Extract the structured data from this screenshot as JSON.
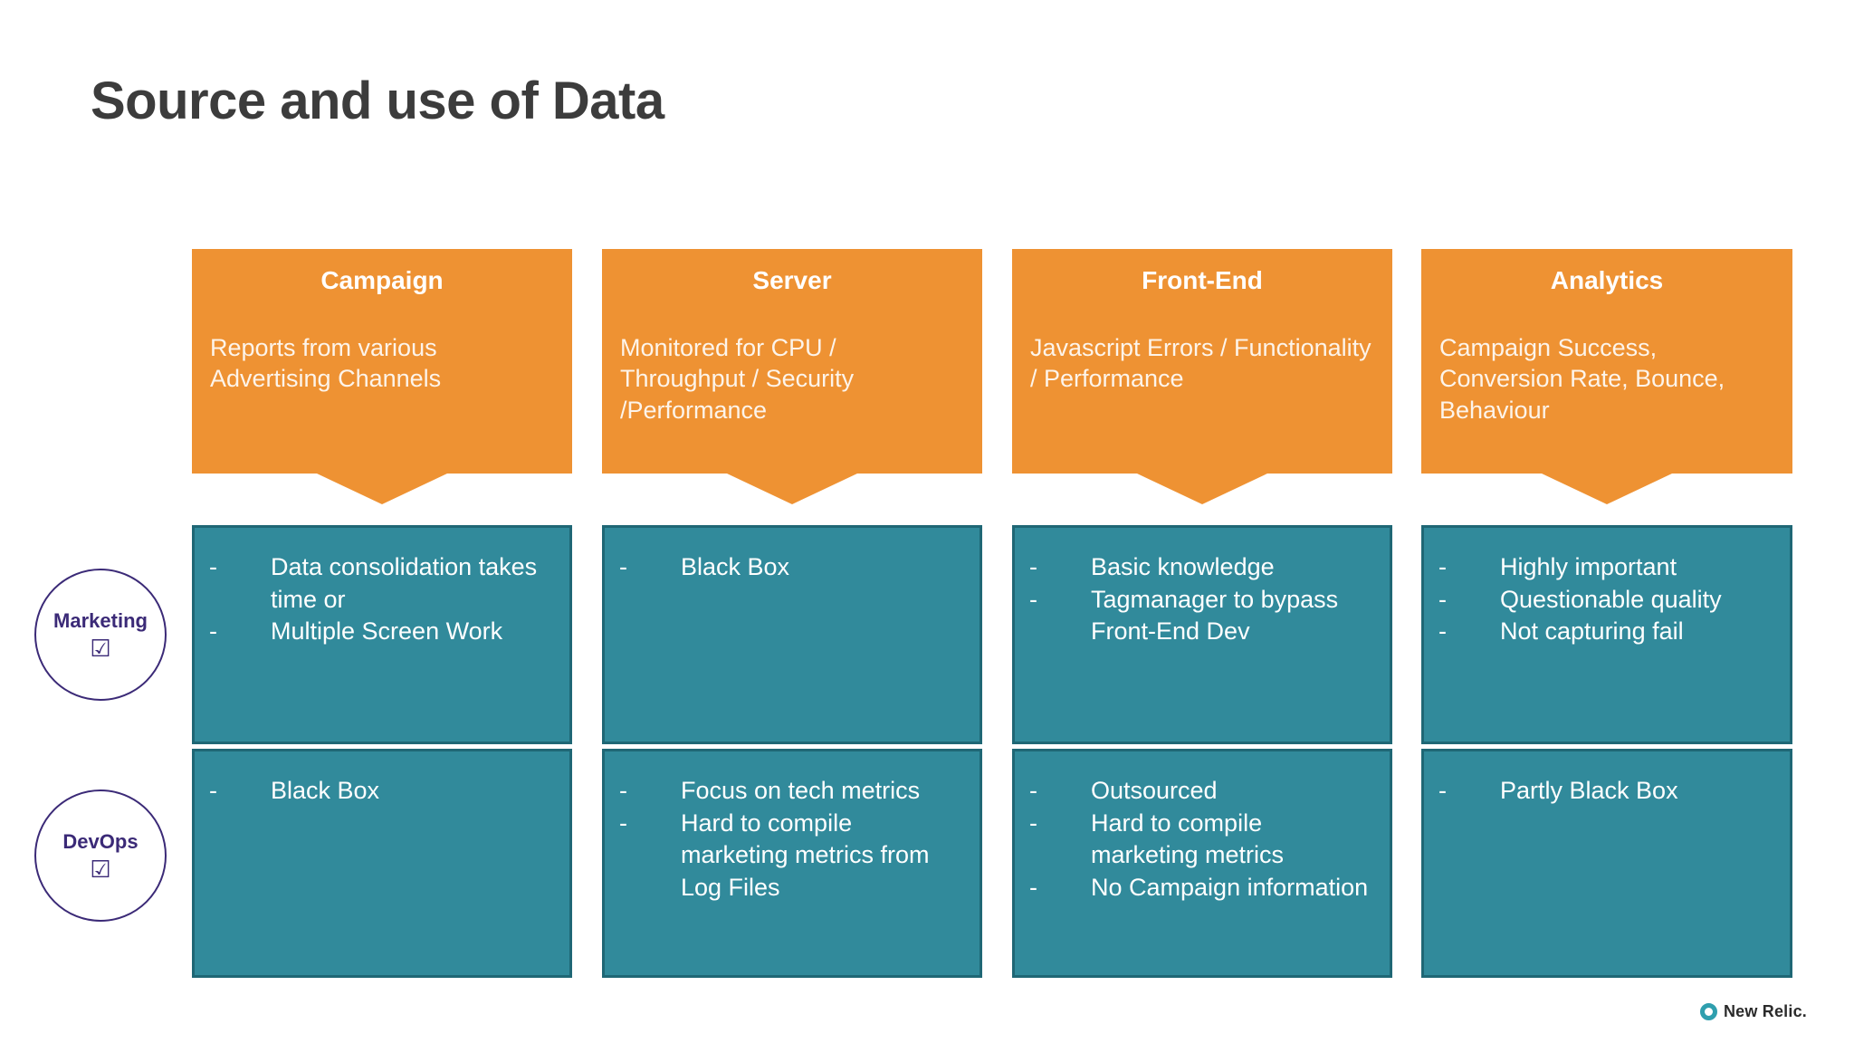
{
  "slide": {
    "title": "Source and use of Data",
    "colors": {
      "orange": "#ee9233",
      "teal": "#318a9b",
      "teal_border": "#1f6775",
      "purple": "#3b2a77",
      "title_gray": "#3c3c3c",
      "logo_teal": "#2f9fae"
    }
  },
  "sources": [
    {
      "title": "Campaign",
      "description": "Reports from various Advertising Channels"
    },
    {
      "title": "Server",
      "description": "Monitored for CPU / Throughput / Security /Performance"
    },
    {
      "title": "Front-End",
      "description": "Javascript Errors / Functionality / Performance"
    },
    {
      "title": "Analytics",
      "description": "Campaign Success, Conversion Rate, Bounce, Behaviour"
    }
  ],
  "roles": [
    {
      "label": "Marketing",
      "checkbox": "☑"
    },
    {
      "label": "DevOps",
      "checkbox": "☑"
    }
  ],
  "bullet_dash": "-",
  "matrix": {
    "marketing": [
      [
        "Data consolidation takes time or",
        "Multiple Screen Work"
      ],
      [
        "Black Box"
      ],
      [
        "Basic knowledge",
        "Tagmanager to bypass Front-End Dev"
      ],
      [
        "Highly important",
        "Questionable quality",
        "Not capturing fail"
      ]
    ],
    "devops": [
      [
        "Black Box"
      ],
      [
        "Focus on tech metrics",
        "Hard to compile marketing metrics from Log Files"
      ],
      [
        "Outsourced",
        "Hard to compile marketing metrics",
        "No Campaign information"
      ],
      [
        "Partly Black Box"
      ]
    ]
  },
  "footer": {
    "logo_text": "New Relic."
  }
}
